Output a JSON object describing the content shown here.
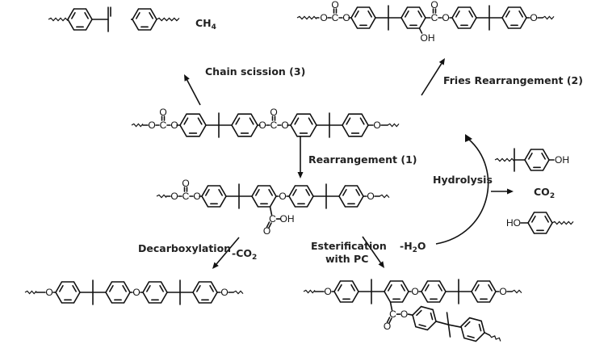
{
  "diagram": {
    "title": "Polycarbonate thermal degradation pathways",
    "colors": {
      "ink": "#111111",
      "background": "#ffffff"
    },
    "labels": {
      "chain_scission": "Chain scission (3)",
      "fries": "Fries Rearrangement (2)",
      "rearrangement": "Rearrangement (1)",
      "hydrolysis": "Hydrolysis",
      "decarboxylation": "Decarboxylation",
      "minus_co2_prefix": "-CO",
      "minus_co2_sub": "2",
      "esterification_line1": "Esterification",
      "esterification_line2": "with PC",
      "minus_h2o_prefix": "-H",
      "minus_h2o_sub": "2",
      "minus_h2o_suffix": "O"
    },
    "products": {
      "methane_prefix": "CH",
      "methane_sub": "4",
      "co2_prefix": "CO",
      "co2_sub": "2"
    },
    "atoms": {
      "O": "O",
      "C": "C",
      "OH": "OH",
      "HO": "HO"
    },
    "structures": [
      {
        "id": "polycarbonate",
        "description": "BPA polycarbonate repeat unit (starting polymer)"
      },
      {
        "id": "chain-scission-products",
        "description": "isopropenyl-phenyl fragment, phenyl radical and CH4"
      },
      {
        "id": "fries-product",
        "description": "Fries rearranged phenyl salicylate structure with OH"
      },
      {
        "id": "rearrangement-product",
        "description": "ether-linked structure with carboxylic acid (C(=O)OH)"
      },
      {
        "id": "decarboxylation-product",
        "description": "diaryl ether chain"
      },
      {
        "id": "esterification-product",
        "description": "branched ester with PC chain"
      },
      {
        "id": "hydrolysis-products",
        "description": "BPA-phenol end groups and CO2"
      }
    ]
  }
}
